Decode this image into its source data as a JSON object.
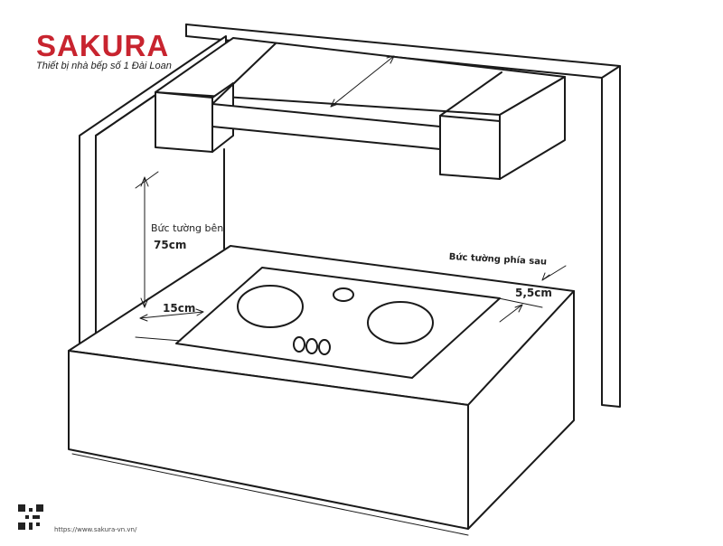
{
  "brand": {
    "name": "SAKURA",
    "tagline": "Thiết bị nhà bếp số 1 Đài Loan",
    "color": "#c8242f"
  },
  "labels": {
    "side_wall": "Bức tường bên",
    "height": "75cm",
    "side_gap": "15cm",
    "back_wall": "Bức tường phía sau",
    "back_gap": "5,5cm"
  },
  "footer": {
    "url": "https://www.sakura-vn.vn/"
  },
  "colors": {
    "line": "#1a1a1a",
    "accent": "#c8242f"
  }
}
